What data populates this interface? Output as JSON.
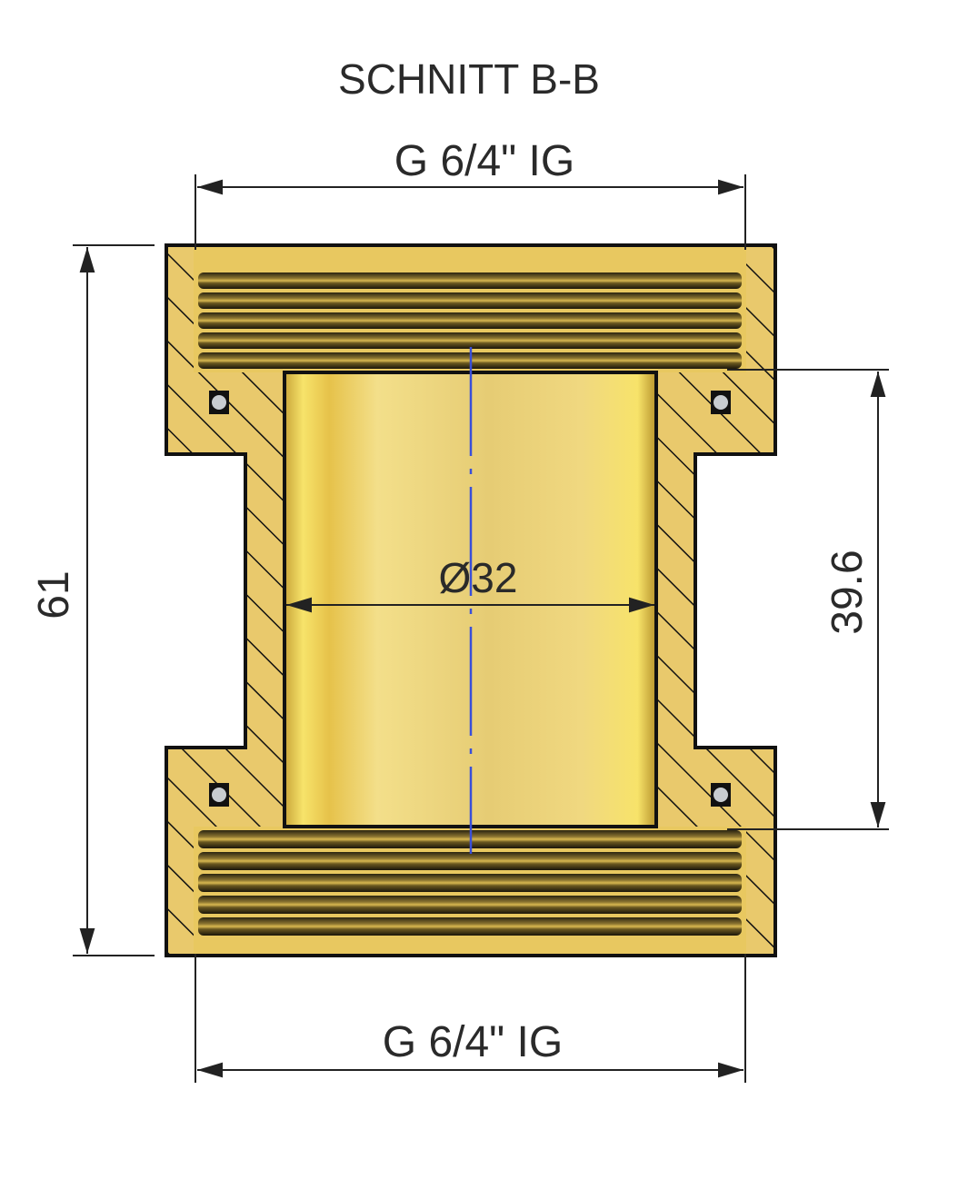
{
  "title": "SCHNITT B-B",
  "dimensions": {
    "top_thread": "G 6/4\" IG",
    "bottom_thread": "G 6/4\" IG",
    "overall_height": "61",
    "inner_length": "39.6",
    "bore_diameter": "Ø32"
  },
  "colors": {
    "brass": "#e8c86a",
    "brass_light": "#f4dc78",
    "thread_dark": "#2a2410",
    "centerline": "#3a4fd8",
    "dim_line": "#222222"
  }
}
